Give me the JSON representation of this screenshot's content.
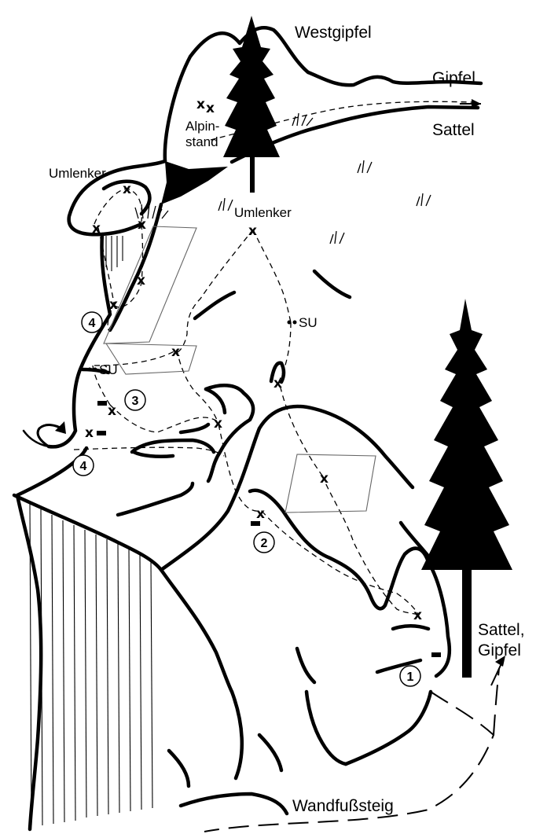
{
  "title": "",
  "labels": {
    "westgipfel": "Westgipfel",
    "gipfel": "Gipfel",
    "sattel": "Sattel",
    "umlenker_left": "Umlenker",
    "umlenker_center": "Umlenker",
    "alpin_line1": "Alpin-",
    "alpin_line2": "stand",
    "su_left": "SU",
    "su_right": "SU",
    "sattel_gipfel_line1": "Sattel,",
    "sattel_gipfel_line2": "Gipfel",
    "wandfuss": "Wandfußsteig"
  },
  "route_numbers": {
    "r1": "1",
    "r2": "2",
    "r3": "3",
    "r4_upper": "4",
    "r4_lower": "4"
  },
  "bolt_glyph": "x",
  "icons": [
    "tree-icon",
    "grass-icon",
    "arrow-icon",
    "bolt-mark-icon",
    "belay-stance-icon"
  ]
}
